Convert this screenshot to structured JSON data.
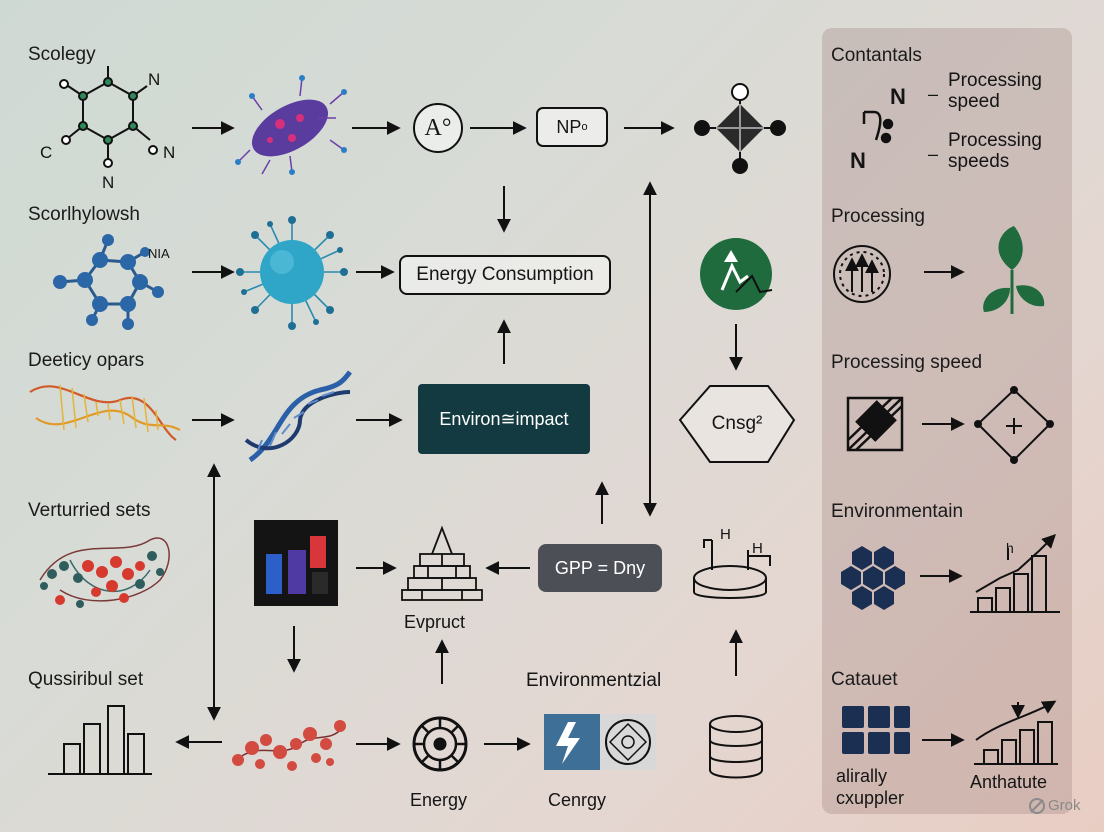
{
  "rows": {
    "r1": "Scolegy",
    "r2": "Scorlhylowsh",
    "r3": "Deeticy opars",
    "r4": "Verturried sets",
    "r5": "Qussiribul set"
  },
  "mol_labels": {
    "n_top": "N",
    "c_left": "C",
    "n_right": "N",
    "n_bottom": "N",
    "nia": "NIA"
  },
  "nodes": {
    "a_circle": "A°",
    "np_box": "NP",
    "np_sup": "o",
    "energy_consumption": "Energy Consumption",
    "environ_impact": "Environ≅impact",
    "cnsg": "Cnsg²",
    "gpp": "GPP = Dny",
    "evpruct": "Evpruct",
    "environmentzial": "Environmentzial",
    "energy": "Energy",
    "cenrgy": "Cenrgy",
    "h_left": "H",
    "h_right": "H"
  },
  "side": {
    "contantals": "Contantals",
    "n_upper": "N",
    "n_lower": "N",
    "processing_speed_a": "Processing speed",
    "processing_speed_b": "Processing speeds",
    "dash": "–",
    "processing": "Processing",
    "processing_speed": "Processing speed",
    "environmentain": "Environmentain",
    "h_chart": "h",
    "catauet": "Catauet",
    "alirally": "alirally",
    "cxupplier": "cxuppler",
    "anthatute": "Anthatute"
  },
  "watermark": "Grok",
  "colors": {
    "dark_teal": "#123a40",
    "green": "#1f6b3e",
    "navy": "#1b2f52",
    "gpp_box": "#4d4f57",
    "red_node": "#d63a2f",
    "blue_mol": "#2b66a6",
    "cyan_virus": "#2fa6c8",
    "purple_virus": "#6b3fa8",
    "bar_blue": "#2c5fc7",
    "bar_red": "#d9363b",
    "bar_purple": "#4f3aa3"
  }
}
